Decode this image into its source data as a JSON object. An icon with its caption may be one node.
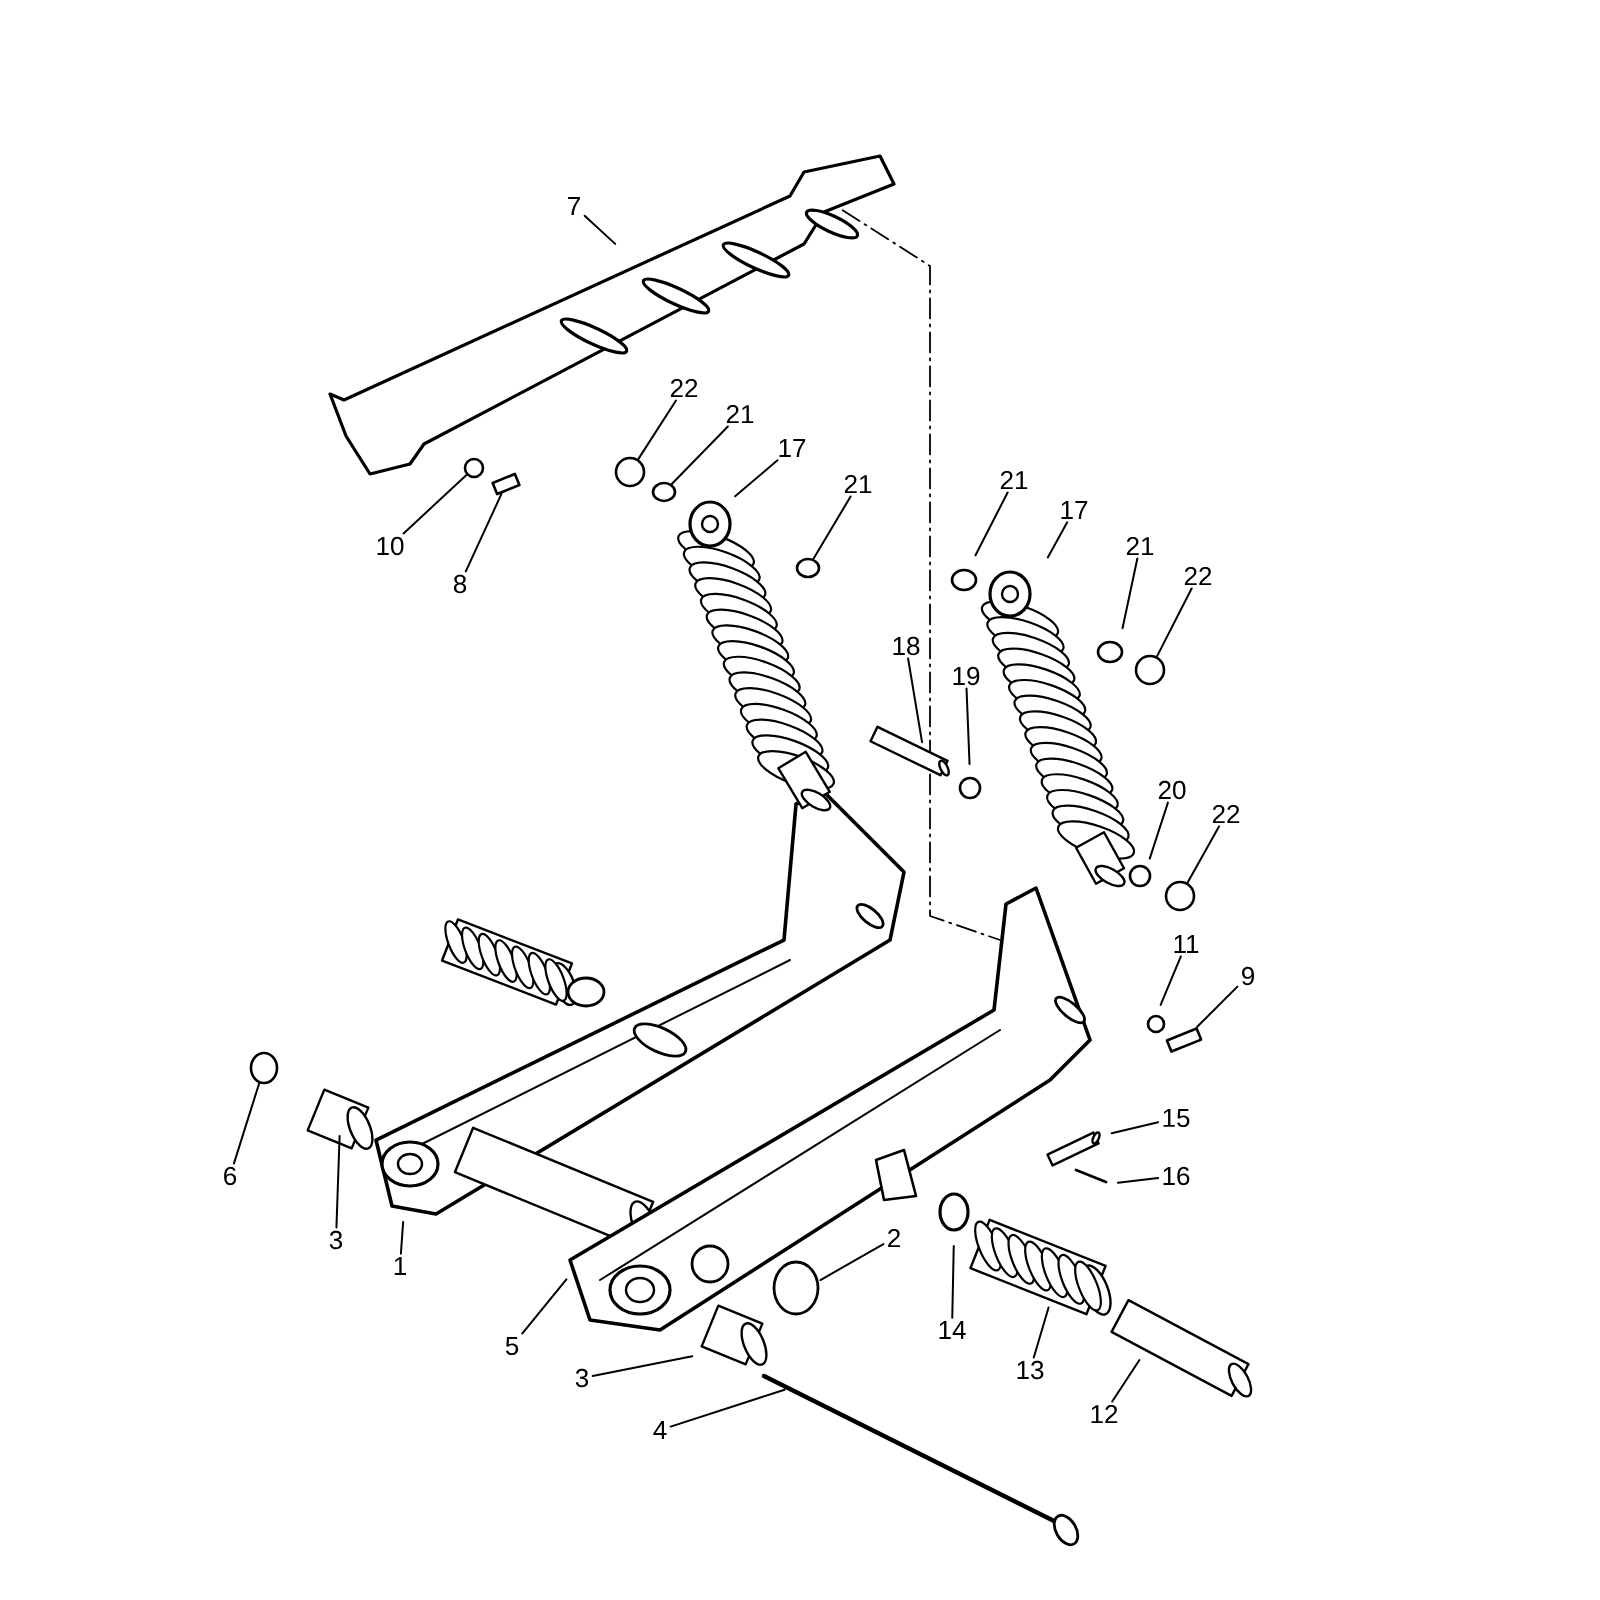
{
  "diagram": {
    "nodes": [
      {
        "text": [
          "7"
        ]
      },
      {
        "text": [
          "22"
        ]
      },
      {
        "text": [
          "21"
        ]
      },
      {
        "text": [
          "17"
        ]
      },
      {
        "text": [
          "21"
        ]
      },
      {
        "text": [
          "21"
        ]
      },
      {
        "text": [
          "17"
        ]
      },
      {
        "text": [
          "21"
        ]
      },
      {
        "text": [
          "10"
        ]
      },
      {
        "text": [
          "22"
        ]
      },
      {
        "text": [
          "8"
        ]
      },
      {
        "text": [
          "18"
        ]
      },
      {
        "text": [
          "19"
        ]
      },
      {
        "text": [
          "20"
        ]
      },
      {
        "text": [
          "22"
        ]
      },
      {
        "text": [
          "11"
        ]
      },
      {
        "text": [
          "9"
        ]
      },
      {
        "text": [
          "15"
        ]
      },
      {
        "text": [
          "6"
        ]
      },
      {
        "text": [
          "16"
        ]
      },
      {
        "text": [
          "2"
        ]
      },
      {
        "text": [
          "3"
        ]
      },
      {
        "text": [
          "1"
        ]
      },
      {
        "text": [
          "14"
        ]
      },
      {
        "text": [
          "5"
        ]
      },
      {
        "text": [
          "13"
        ]
      },
      {
        "text": [
          "3"
        ]
      },
      {
        "text": [
          "12"
        ]
      },
      {
        "text": [
          "4"
        ]
      },
      {
        "text": [],
        "shape": "circle"
      },
      {
        "text": [],
        "shape": "circle"
      },
      {
        "text": [],
        "shape": "circle"
      },
      {
        "text": [],
        "shape": "circle"
      },
      {
        "text": [],
        "shape": "cylinder"
      },
      {
        "text": [],
        "shape": "circle"
      },
      {
        "text": [],
        "shape": "circle"
      },
      {
        "text": [],
        "shape": "cylinder"
      },
      {
        "text": [],
        "shape": "circle"
      }
    ],
    "edges": [
      {
        "from": 0,
        "to": null,
        "arrow": "none"
      },
      {
        "from": 1,
        "to": 29,
        "arrow": "none"
      },
      {
        "from": 2,
        "to": 30,
        "arrow": "none"
      },
      {
        "from": 3,
        "to": null,
        "arrow": "none"
      },
      {
        "from": 4,
        "to": 31,
        "arrow": "none"
      },
      {
        "from": 5,
        "to": null,
        "arrow": "none"
      },
      {
        "from": 6,
        "to": null,
        "arrow": "none"
      },
      {
        "from": 7,
        "to": null,
        "arrow": "none"
      },
      {
        "from": 8,
        "to": 32,
        "arrow": "none"
      },
      {
        "from": 9,
        "to": 34,
        "arrow": "none"
      },
      {
        "from": 10,
        "to": 33,
        "arrow": "none"
      },
      {
        "from": 11,
        "to": null,
        "arrow": "none"
      },
      {
        "from": 12,
        "to": null,
        "arrow": "none"
      },
      {
        "from": 13,
        "to": null,
        "arrow": "none"
      },
      {
        "from": 14,
        "to": 35,
        "arrow": "none"
      },
      {
        "from": 15,
        "to": null,
        "arrow": "none"
      },
      {
        "from": 16,
        "to": 36,
        "arrow": "none"
      },
      {
        "from": 17,
        "to": null,
        "arrow": "none"
      },
      {
        "from": 18,
        "to": 37,
        "arrow": "none"
      },
      {
        "from": 19,
        "to": null,
        "arrow": "none"
      },
      {
        "from": 20,
        "to": null,
        "arrow": "none"
      },
      {
        "from": 21,
        "to": null,
        "arrow": "none"
      },
      {
        "from": 22,
        "to": null,
        "arrow": "none"
      },
      {
        "from": 23,
        "to": null,
        "arrow": "none"
      },
      {
        "from": 24,
        "to": null,
        "arrow": "none"
      },
      {
        "from": 25,
        "to": null,
        "arrow": "none"
      },
      {
        "from": 26,
        "to": null,
        "arrow": "none"
      },
      {
        "from": 27,
        "to": null,
        "arrow": "none"
      },
      {
        "from": 28,
        "to": null,
        "arrow": "none"
      }
    ]
  }
}
